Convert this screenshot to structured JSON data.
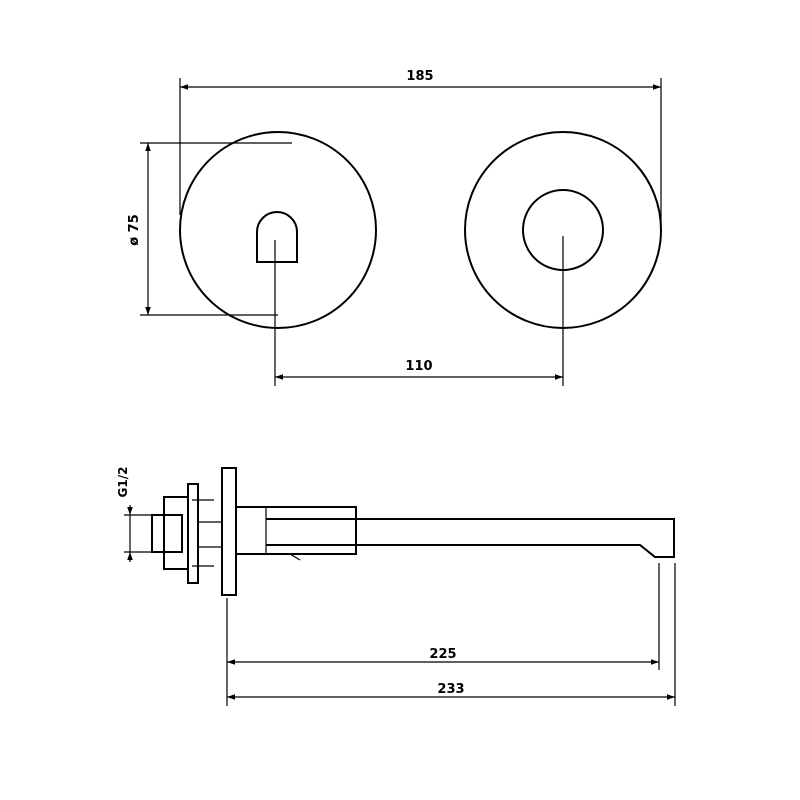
{
  "front_view": {
    "overall_width": "185",
    "plate_diameter": "ø 75",
    "center_distance": "110"
  },
  "side_view": {
    "thread": "G1/2",
    "spout_reach": "225",
    "overall_length": "233"
  },
  "colors": {
    "line": "#000000",
    "background": "#ffffff"
  }
}
